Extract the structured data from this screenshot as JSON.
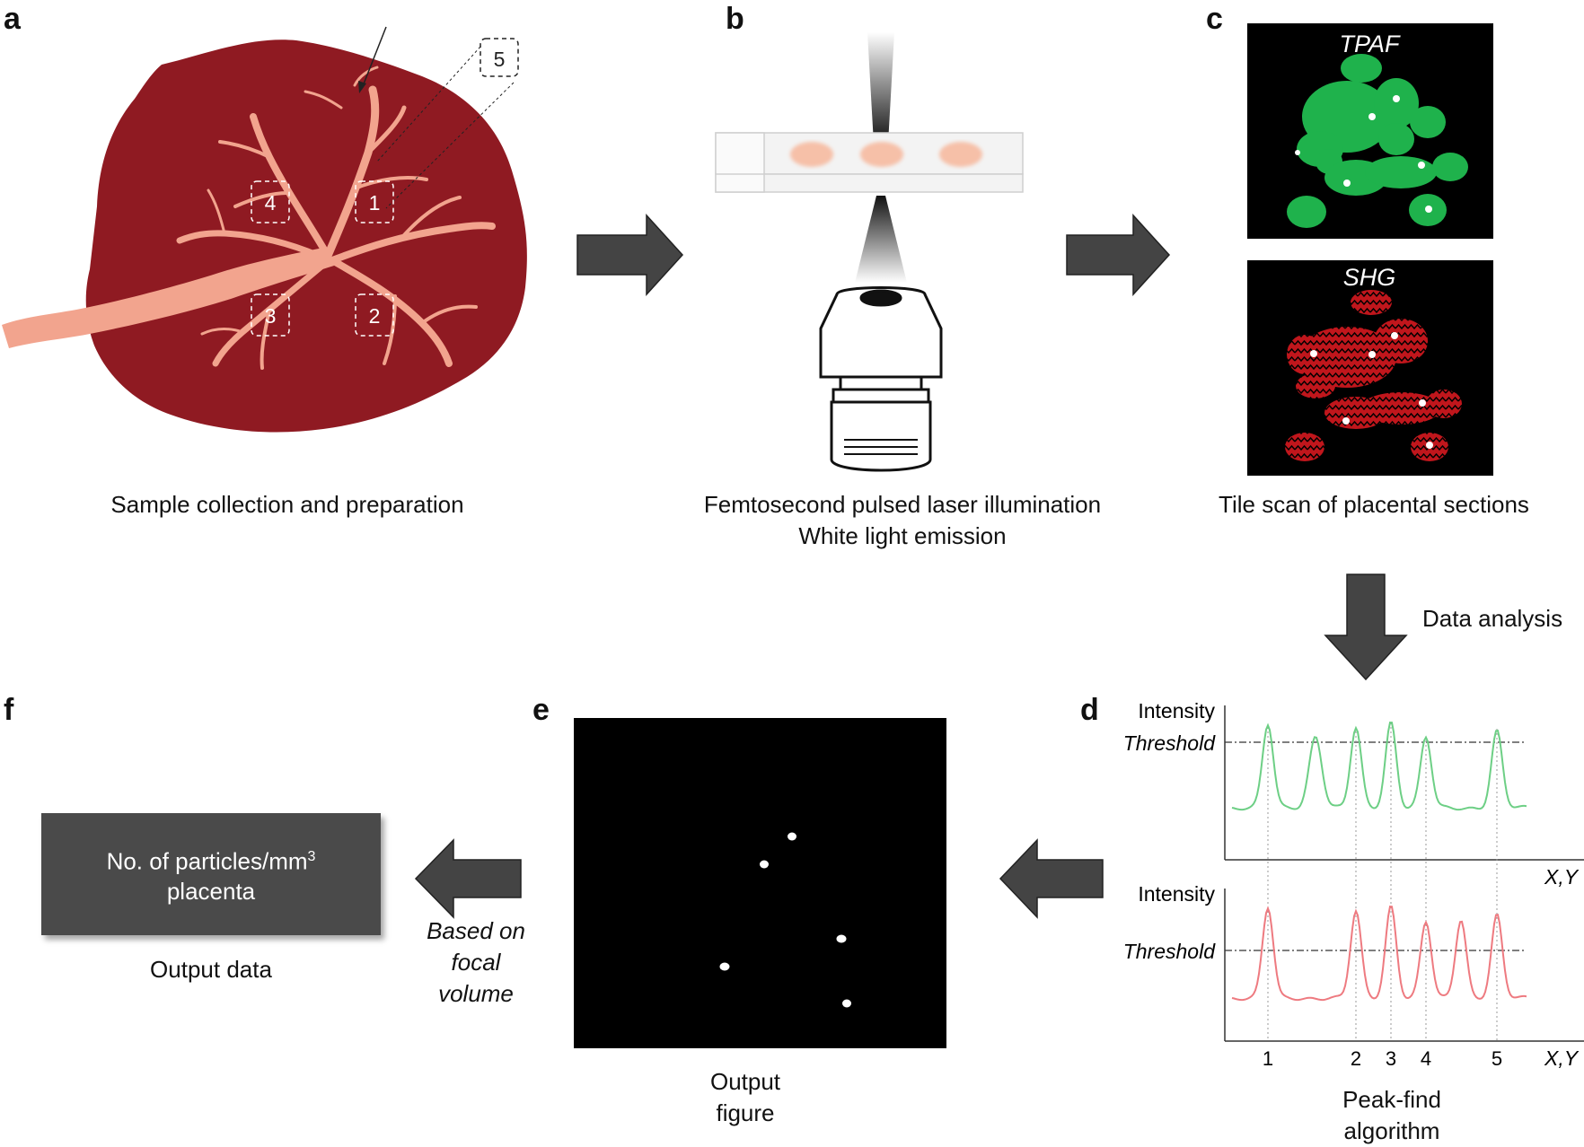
{
  "panels": {
    "a": {
      "label": "a",
      "caption": "Sample collection and preparation",
      "regions": [
        "1",
        "2",
        "3",
        "4",
        "5"
      ]
    },
    "b": {
      "label": "b",
      "caption_line1": "Femtosecond pulsed laser illumination",
      "caption_line2": "White light emission"
    },
    "c": {
      "label": "c",
      "caption": "Tile scan of placental sections",
      "top_image_label": "TPAF",
      "bottom_image_label": "SHG"
    },
    "d": {
      "label": "d",
      "arrow_label": "Data analysis",
      "ylabel": "Intensity",
      "threshold_label": "Threshold",
      "xlabel": "X,Y",
      "peak_numbers": [
        "1",
        "2",
        "3",
        "4",
        "5"
      ],
      "caption_line1": "Peak-find",
      "caption_line2": "algorithm"
    },
    "e": {
      "label": "e",
      "caption_line1": "Output",
      "caption_line2": "figure"
    },
    "f": {
      "label": "f",
      "box_line1": "No. of particles/mm",
      "box_superscript": "3",
      "box_line2": "placenta",
      "caption": "Output data",
      "arrow_label_line1": "Based on",
      "arrow_label_line2": "focal",
      "arrow_label_line3": "volume"
    }
  },
  "colors": {
    "placenta": "#8f1a22",
    "vessel": "#f2a48e",
    "arrow": "#444444",
    "tpaf": "#1fb24c",
    "shg": "#c0161c",
    "trace_green": "#6dcf85",
    "trace_red": "#ee7a80",
    "box": "#4a4a4a"
  }
}
